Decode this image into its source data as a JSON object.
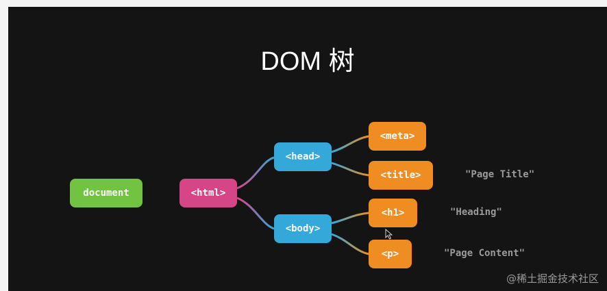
{
  "diagram": {
    "title": "DOM 树",
    "nodes": {
      "document": "document",
      "html": "<html>",
      "head": "<head>",
      "body": "<body>",
      "meta": "<meta>",
      "title_tag": "<title>",
      "h1": "<h1>",
      "p": "<p>"
    },
    "text_nodes": {
      "page_title": "\"Page Title\"",
      "heading": "\"Heading\"",
      "page_content": "\"Page Content\""
    },
    "colors": {
      "document": "#72c341",
      "html": "#d64586",
      "head_body": "#34a8d9",
      "leaf_elements": "#ef8c22",
      "text_nodes": "#9a9a9a"
    }
  },
  "watermark": "@稀土掘金技术社区"
}
